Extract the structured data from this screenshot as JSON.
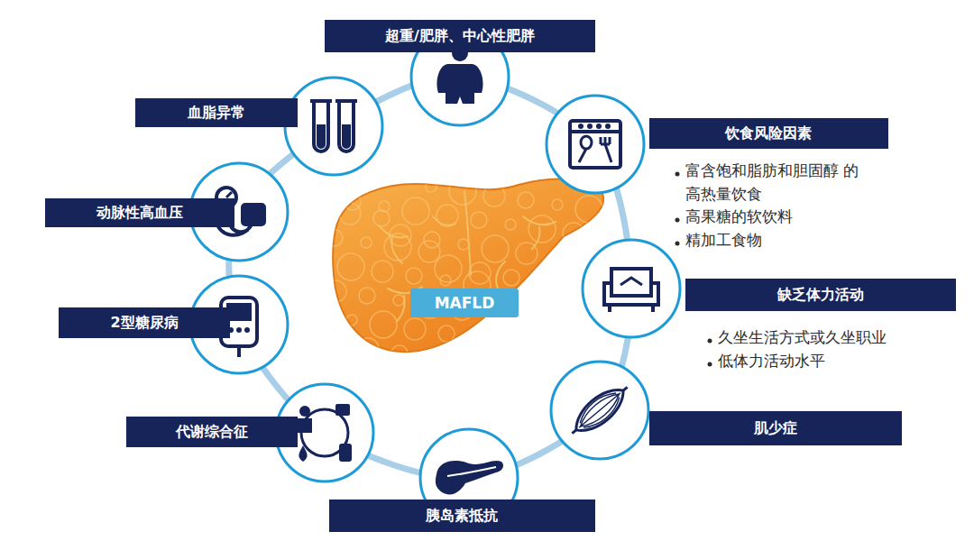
{
  "diagram": {
    "nodes": [
      {
        "text": [
          "超重/肥胖、中心性肥胖"
        ]
      },
      {
        "text": [
          "血脂异常"
        ]
      },
      {
        "text": [
          "饮食风险因素"
        ]
      },
      {
        "text": [
          "动脉性高血压"
        ]
      },
      {
        "text": [
          "缺乏体力活动"
        ]
      },
      {
        "text": [
          "MAFLD"
        ]
      },
      {
        "text": [
          "2型糖尿病"
        ]
      },
      {
        "text": [
          "肌少症"
        ]
      },
      {
        "text": [
          "代谢综合征"
        ]
      },
      {
        "text": [
          "胰岛素抵抗"
        ]
      }
    ],
    "labels": [
      "富含饱和脂肪和胆固醇 的高热量饮食",
      "高果糖的软饮料",
      "精加工食物",
      "久坐生活方式或久坐职业",
      "低体力活动水平"
    ]
  }
}
